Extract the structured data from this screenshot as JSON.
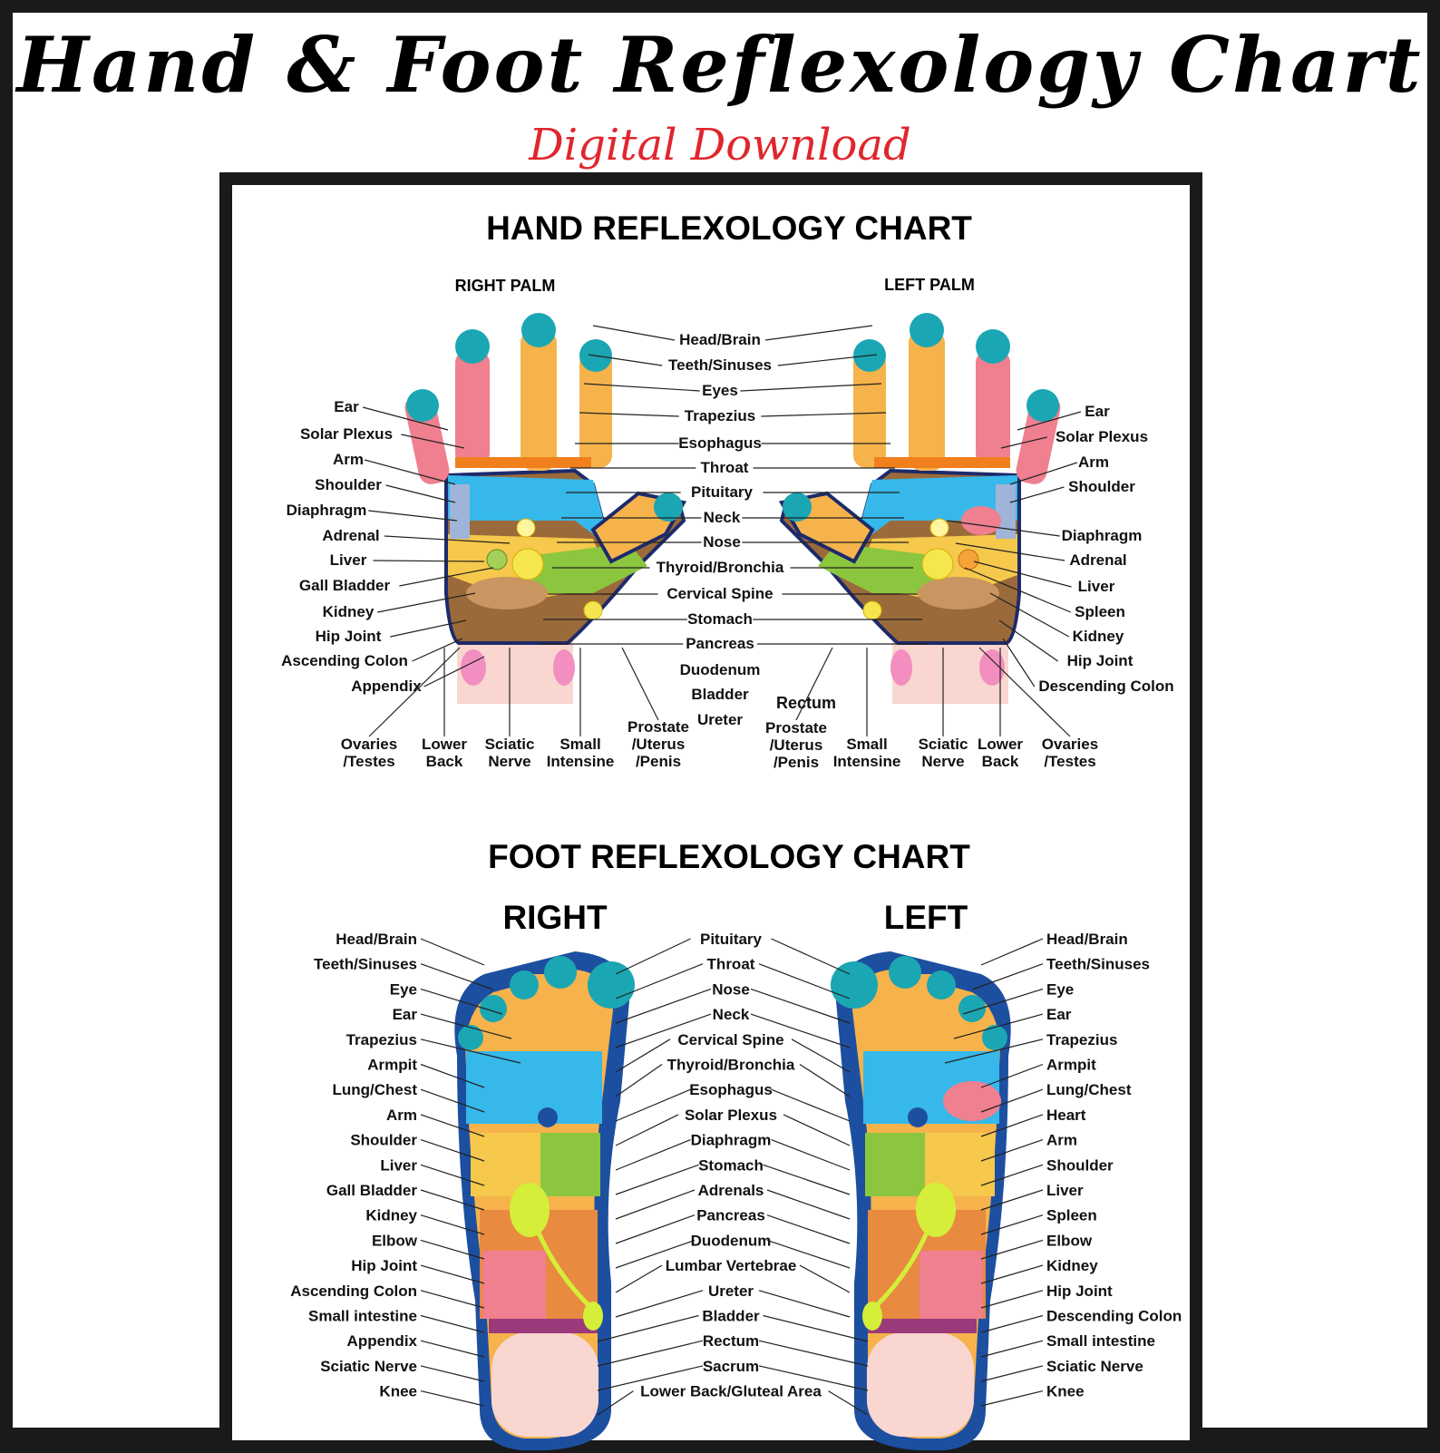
{
  "title": "Hand & Foot Reflexology Chart",
  "subtitle": "Digital Download",
  "hand_chart": {
    "title": "HAND REFLEXOLOGY CHART",
    "right_label": "RIGHT PALM",
    "left_label": "LEFT PALM",
    "center_labels": [
      "Head/Brain",
      "Teeth/Sinuses",
      "Eyes",
      "Trapezius",
      "Esophagus",
      "Throat",
      "Pituitary",
      "Neck",
      "Nose",
      "Thyroid/Bronchia",
      "Cervical Spine",
      "Stomach",
      "Pancreas",
      "Duodenum",
      "Bladder",
      "Ureter"
    ],
    "rectum_label": "Rectum",
    "right_side_labels": [
      "Ear",
      "Solar Plexus",
      "Arm",
      "Shoulder",
      "Diaphragm",
      "Adrenal",
      "Liver",
      "Gall Bladder",
      "Kidney",
      "Hip Joint",
      "Ascending Colon",
      "Appendix"
    ],
    "left_side_labels": [
      "Ear",
      "Solar Plexus",
      "Arm",
      "Shoulder",
      "Diaphragm",
      "Adrenal",
      "Liver",
      "Spleen",
      "Kidney",
      "Hip Joint",
      "Descending Colon"
    ],
    "right_bottom_labels": [
      [
        "Ovaries",
        "/Testes"
      ],
      [
        "Lower",
        "Back"
      ],
      [
        "Sciatic",
        "Nerve"
      ],
      [
        "Small",
        "Intensine"
      ],
      [
        "Prostate",
        "/Uterus",
        "/Penis"
      ]
    ],
    "left_bottom_labels": [
      [
        "Prostate",
        "/Uterus",
        "/Penis"
      ],
      [
        "Small",
        "Intensine"
      ],
      [
        "Sciatic",
        "Nerve"
      ],
      [
        "Lower",
        "Back"
      ],
      [
        "Ovaries",
        "/Testes"
      ]
    ]
  },
  "foot_chart": {
    "title": "FOOT REFLEXOLOGY CHART",
    "right_label": "RIGHT",
    "left_label": "LEFT",
    "right_side_labels": [
      "Head/Brain",
      "Teeth/Sinuses",
      "Eye",
      "Ear",
      "Trapezius",
      "Armpit",
      "Lung/Chest",
      "Arm",
      "Shoulder",
      "Liver",
      "Gall Bladder",
      "Kidney",
      "Elbow",
      "Hip Joint",
      "Ascending Colon",
      "Small intestine",
      "Appendix",
      "Sciatic Nerve",
      "Knee"
    ],
    "center_labels": [
      "Pituitary",
      "Throat",
      "Nose",
      "Neck",
      "Cervical Spine",
      "Thyroid/Bronchia",
      "Esophagus",
      "Solar Plexus",
      "Diaphragm",
      "Stomach",
      "Adrenals",
      "Pancreas",
      "Duodenum",
      "Lumbar Vertebrae",
      "Ureter",
      "Bladder",
      "Rectum",
      "Sacrum",
      "Lower Back/Gluteal Area"
    ],
    "left_side_labels": [
      "Head/Brain",
      "Teeth/Sinuses",
      "Eye",
      "Ear",
      "Trapezius",
      "Armpit",
      "Lung/Chest",
      "Heart",
      "Arm",
      "Shoulder",
      "Liver",
      "Spleen",
      "Elbow",
      "Kidney",
      "Hip Joint",
      "Descending Colon",
      "Small intestine",
      "Sciatic Nerve",
      "Knee"
    ]
  },
  "colors": {
    "title": "#000000",
    "subtitle": "#e0262d",
    "frame": "#1a1a1a",
    "teal": "#1ba6b3",
    "pink": "#f07f8f",
    "orange": "#f6b34b",
    "sky": "#37b8ea",
    "green": "#8cc63f",
    "brown": "#b36a2e",
    "navy": "#1d2a6b"
  }
}
